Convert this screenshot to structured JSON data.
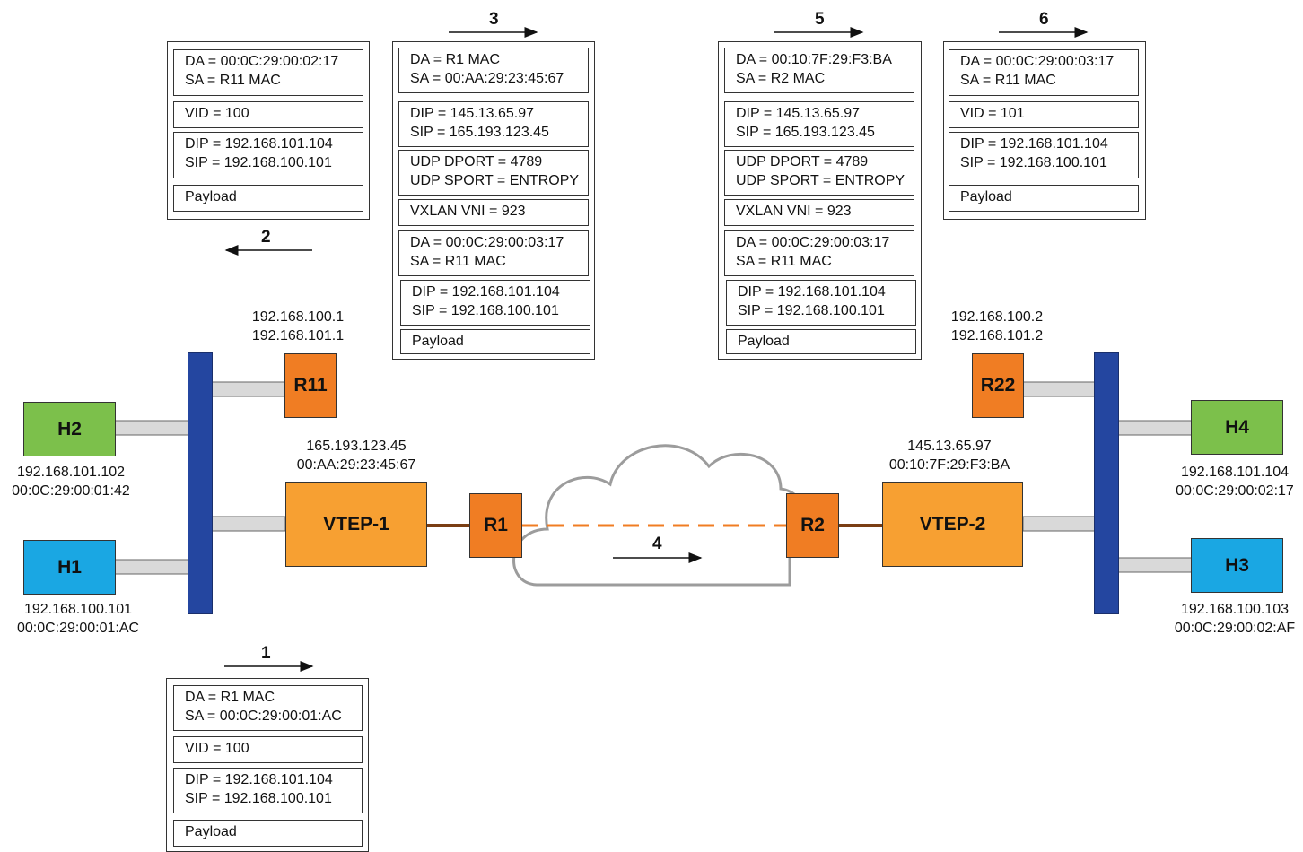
{
  "colors": {
    "host_green": "#7cc04b",
    "host_blue": "#1aa7e3",
    "router_orange": "#f07d23",
    "vtep_orange": "#f7a032",
    "switch_blue": "#2446a0",
    "link_gray": "#d9d9d9",
    "tunnel": "#f07d23",
    "router_link": "#7a3e14"
  },
  "steps": [
    "1",
    "2",
    "3",
    "4",
    "5",
    "6"
  ],
  "nodes": {
    "h2": {
      "label": "H2",
      "ip": "192.168.101.102",
      "mac": "00:0C:29:00:01:42"
    },
    "h1": {
      "label": "H1",
      "ip": "192.168.100.101",
      "mac": "00:0C:29:00:01:AC"
    },
    "h4": {
      "label": "H4",
      "ip": "192.168.101.104",
      "mac": "00:0C:29:00:02:17"
    },
    "h3": {
      "label": "H3",
      "ip": "192.168.100.103",
      "mac": "00:0C:29:00:02:AF"
    },
    "r11": {
      "label": "R11",
      "ip1": "192.168.100.1",
      "ip2": "192.168.101.1"
    },
    "r22": {
      "label": "R22",
      "ip1": "192.168.100.2",
      "ip2": "192.168.101.2"
    },
    "vtep1": {
      "label": "VTEP-1",
      "ip": "165.193.123.45",
      "mac": "00:AA:29:23:45:67"
    },
    "vtep2": {
      "label": "VTEP-2",
      "ip": "145.13.65.97",
      "mac": "00:10:7F:29:F3:BA"
    },
    "r1": {
      "label": "R1"
    },
    "r2": {
      "label": "R2"
    }
  },
  "packets": {
    "p1": [
      [
        "DA = R1 MAC",
        "SA = 00:0C:29:00:01:AC"
      ],
      [
        "VID = 100"
      ],
      [
        "DIP = 192.168.101.104",
        "SIP = 192.168.100.101"
      ],
      [
        "Payload"
      ]
    ],
    "p2": [
      [
        "DA = 00:0C:29:00:02:17",
        "SA = R11 MAC"
      ],
      [
        "VID = 100"
      ],
      [
        "DIP = 192.168.101.104",
        "SIP = 192.168.100.101"
      ],
      [
        "Payload"
      ]
    ],
    "p3": [
      [
        "DA = R1 MAC",
        "SA = 00:AA:29:23:45:67"
      ],
      [
        "DIP = 145.13.65.97",
        "SIP = 165.193.123.45"
      ],
      [
        "UDP DPORT = 4789",
        "UDP SPORT = ENTROPY"
      ],
      [
        "VXLAN VNI = 923"
      ],
      [
        "DA = 00:0C:29:00:03:17",
        "SA = R11 MAC"
      ],
      [
        "DIP = 192.168.101.104",
        "SIP = 192.168.100.101"
      ],
      [
        "Payload"
      ]
    ],
    "p5": [
      [
        "DA = 00:10:7F:29:F3:BA",
        "SA = R2 MAC"
      ],
      [
        "DIP = 145.13.65.97",
        "SIP = 165.193.123.45"
      ],
      [
        "UDP DPORT = 4789",
        "UDP SPORT = ENTROPY"
      ],
      [
        "VXLAN VNI = 923"
      ],
      [
        "DA = 00:0C:29:00:03:17",
        "SA = R11 MAC"
      ],
      [
        "DIP = 192.168.101.104",
        "SIP = 192.168.100.101"
      ],
      [
        "Payload"
      ]
    ],
    "p6": [
      [
        "DA = 00:0C:29:00:03:17",
        "SA = R11 MAC"
      ],
      [
        "VID = 101"
      ],
      [
        "DIP = 192.168.101.104",
        "SIP = 192.168.100.101"
      ],
      [
        "Payload"
      ]
    ]
  }
}
